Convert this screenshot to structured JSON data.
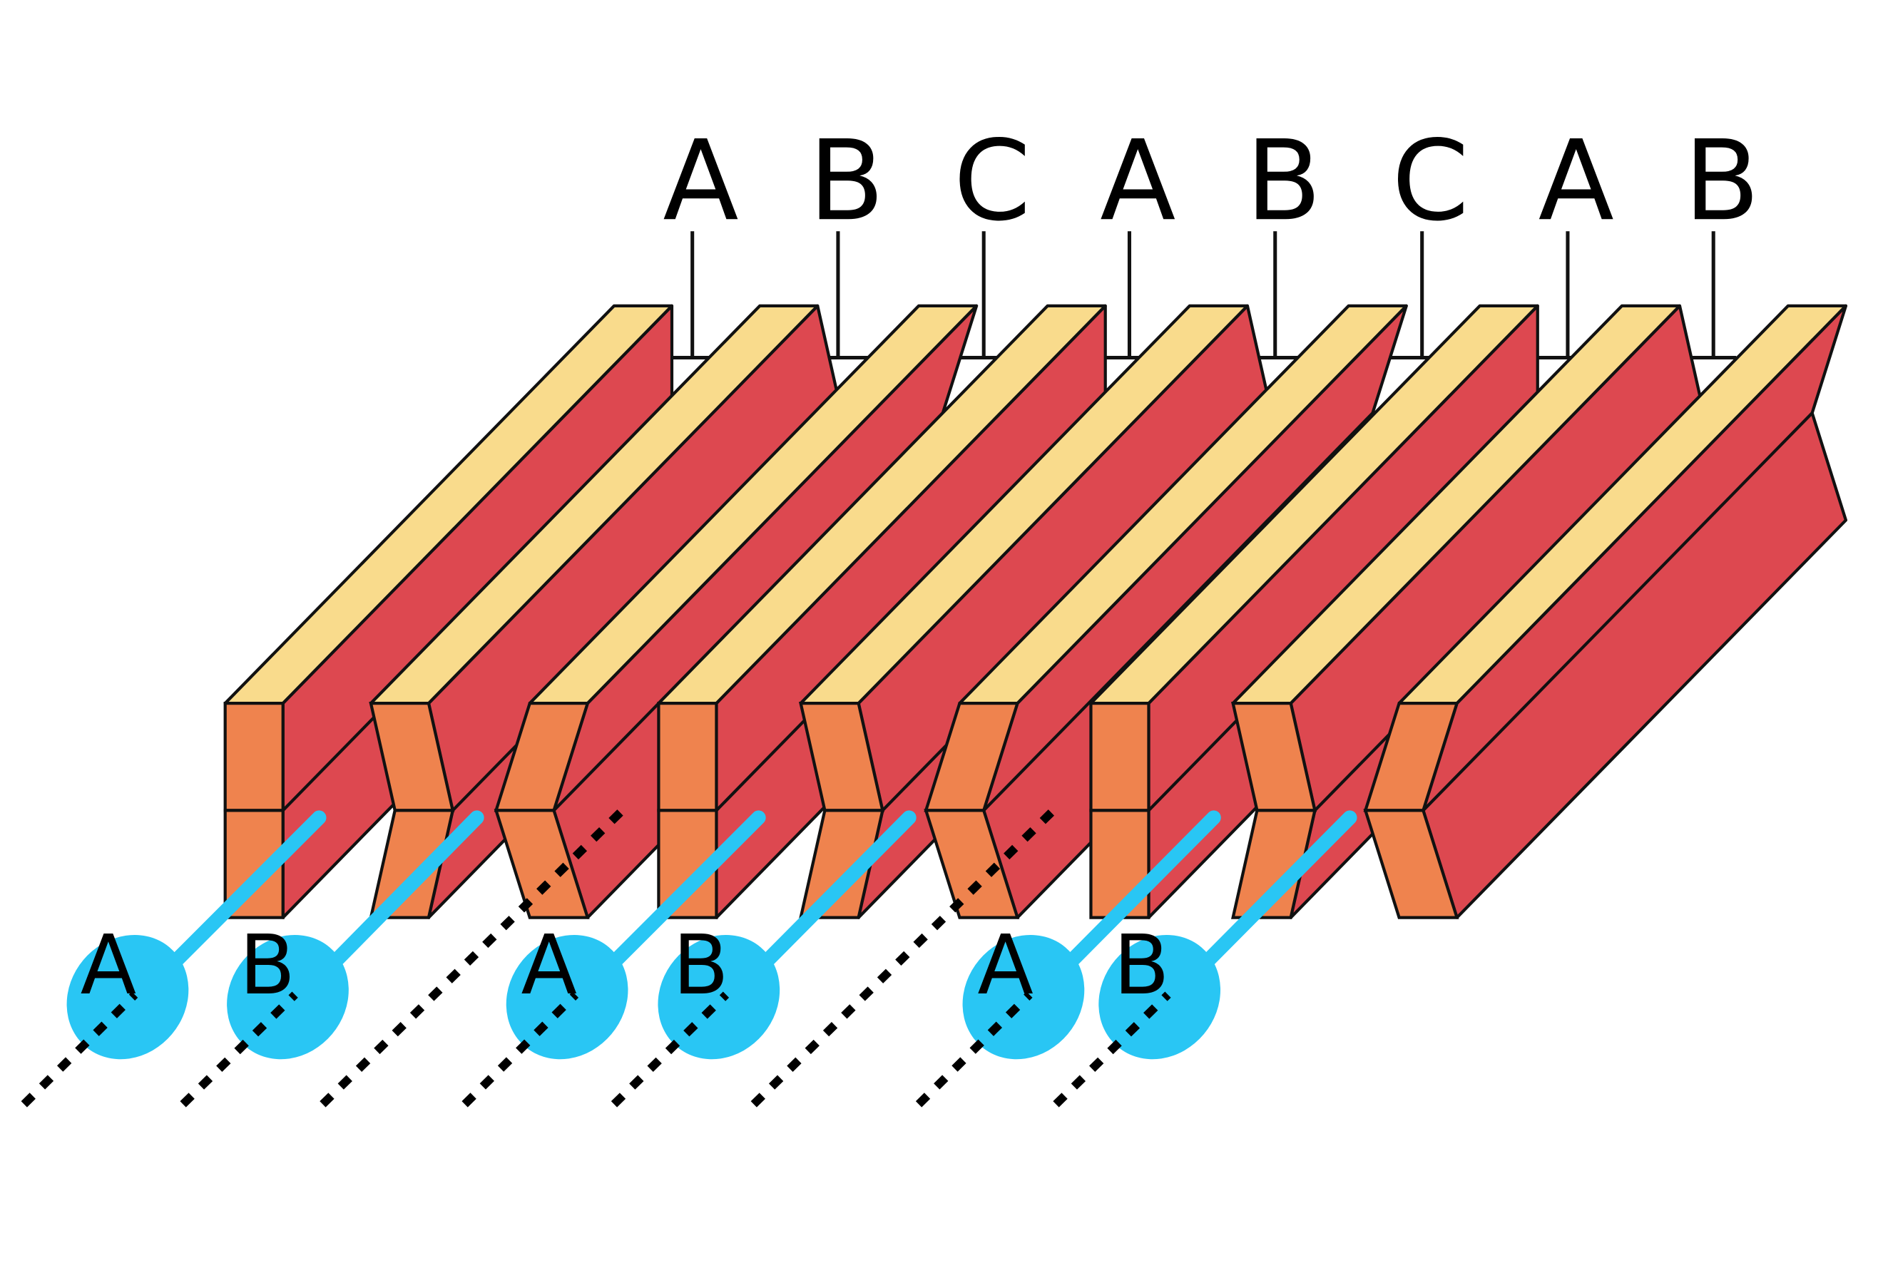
{
  "top_labels": [
    "A",
    "B",
    "C",
    "A",
    "B",
    "C",
    "A",
    "B"
  ],
  "plates": [
    "A",
    "B",
    "C",
    "A",
    "B",
    "C",
    "A",
    "B",
    "C"
  ],
  "bottom_labels": [
    "A",
    "B",
    "A",
    "B",
    "A",
    "B"
  ],
  "colors": {
    "top_face": "#f9db8c",
    "side_face": "#dd4850",
    "front_face": "#ef834e",
    "blob": "#29c6f4",
    "outline": "#111111"
  }
}
